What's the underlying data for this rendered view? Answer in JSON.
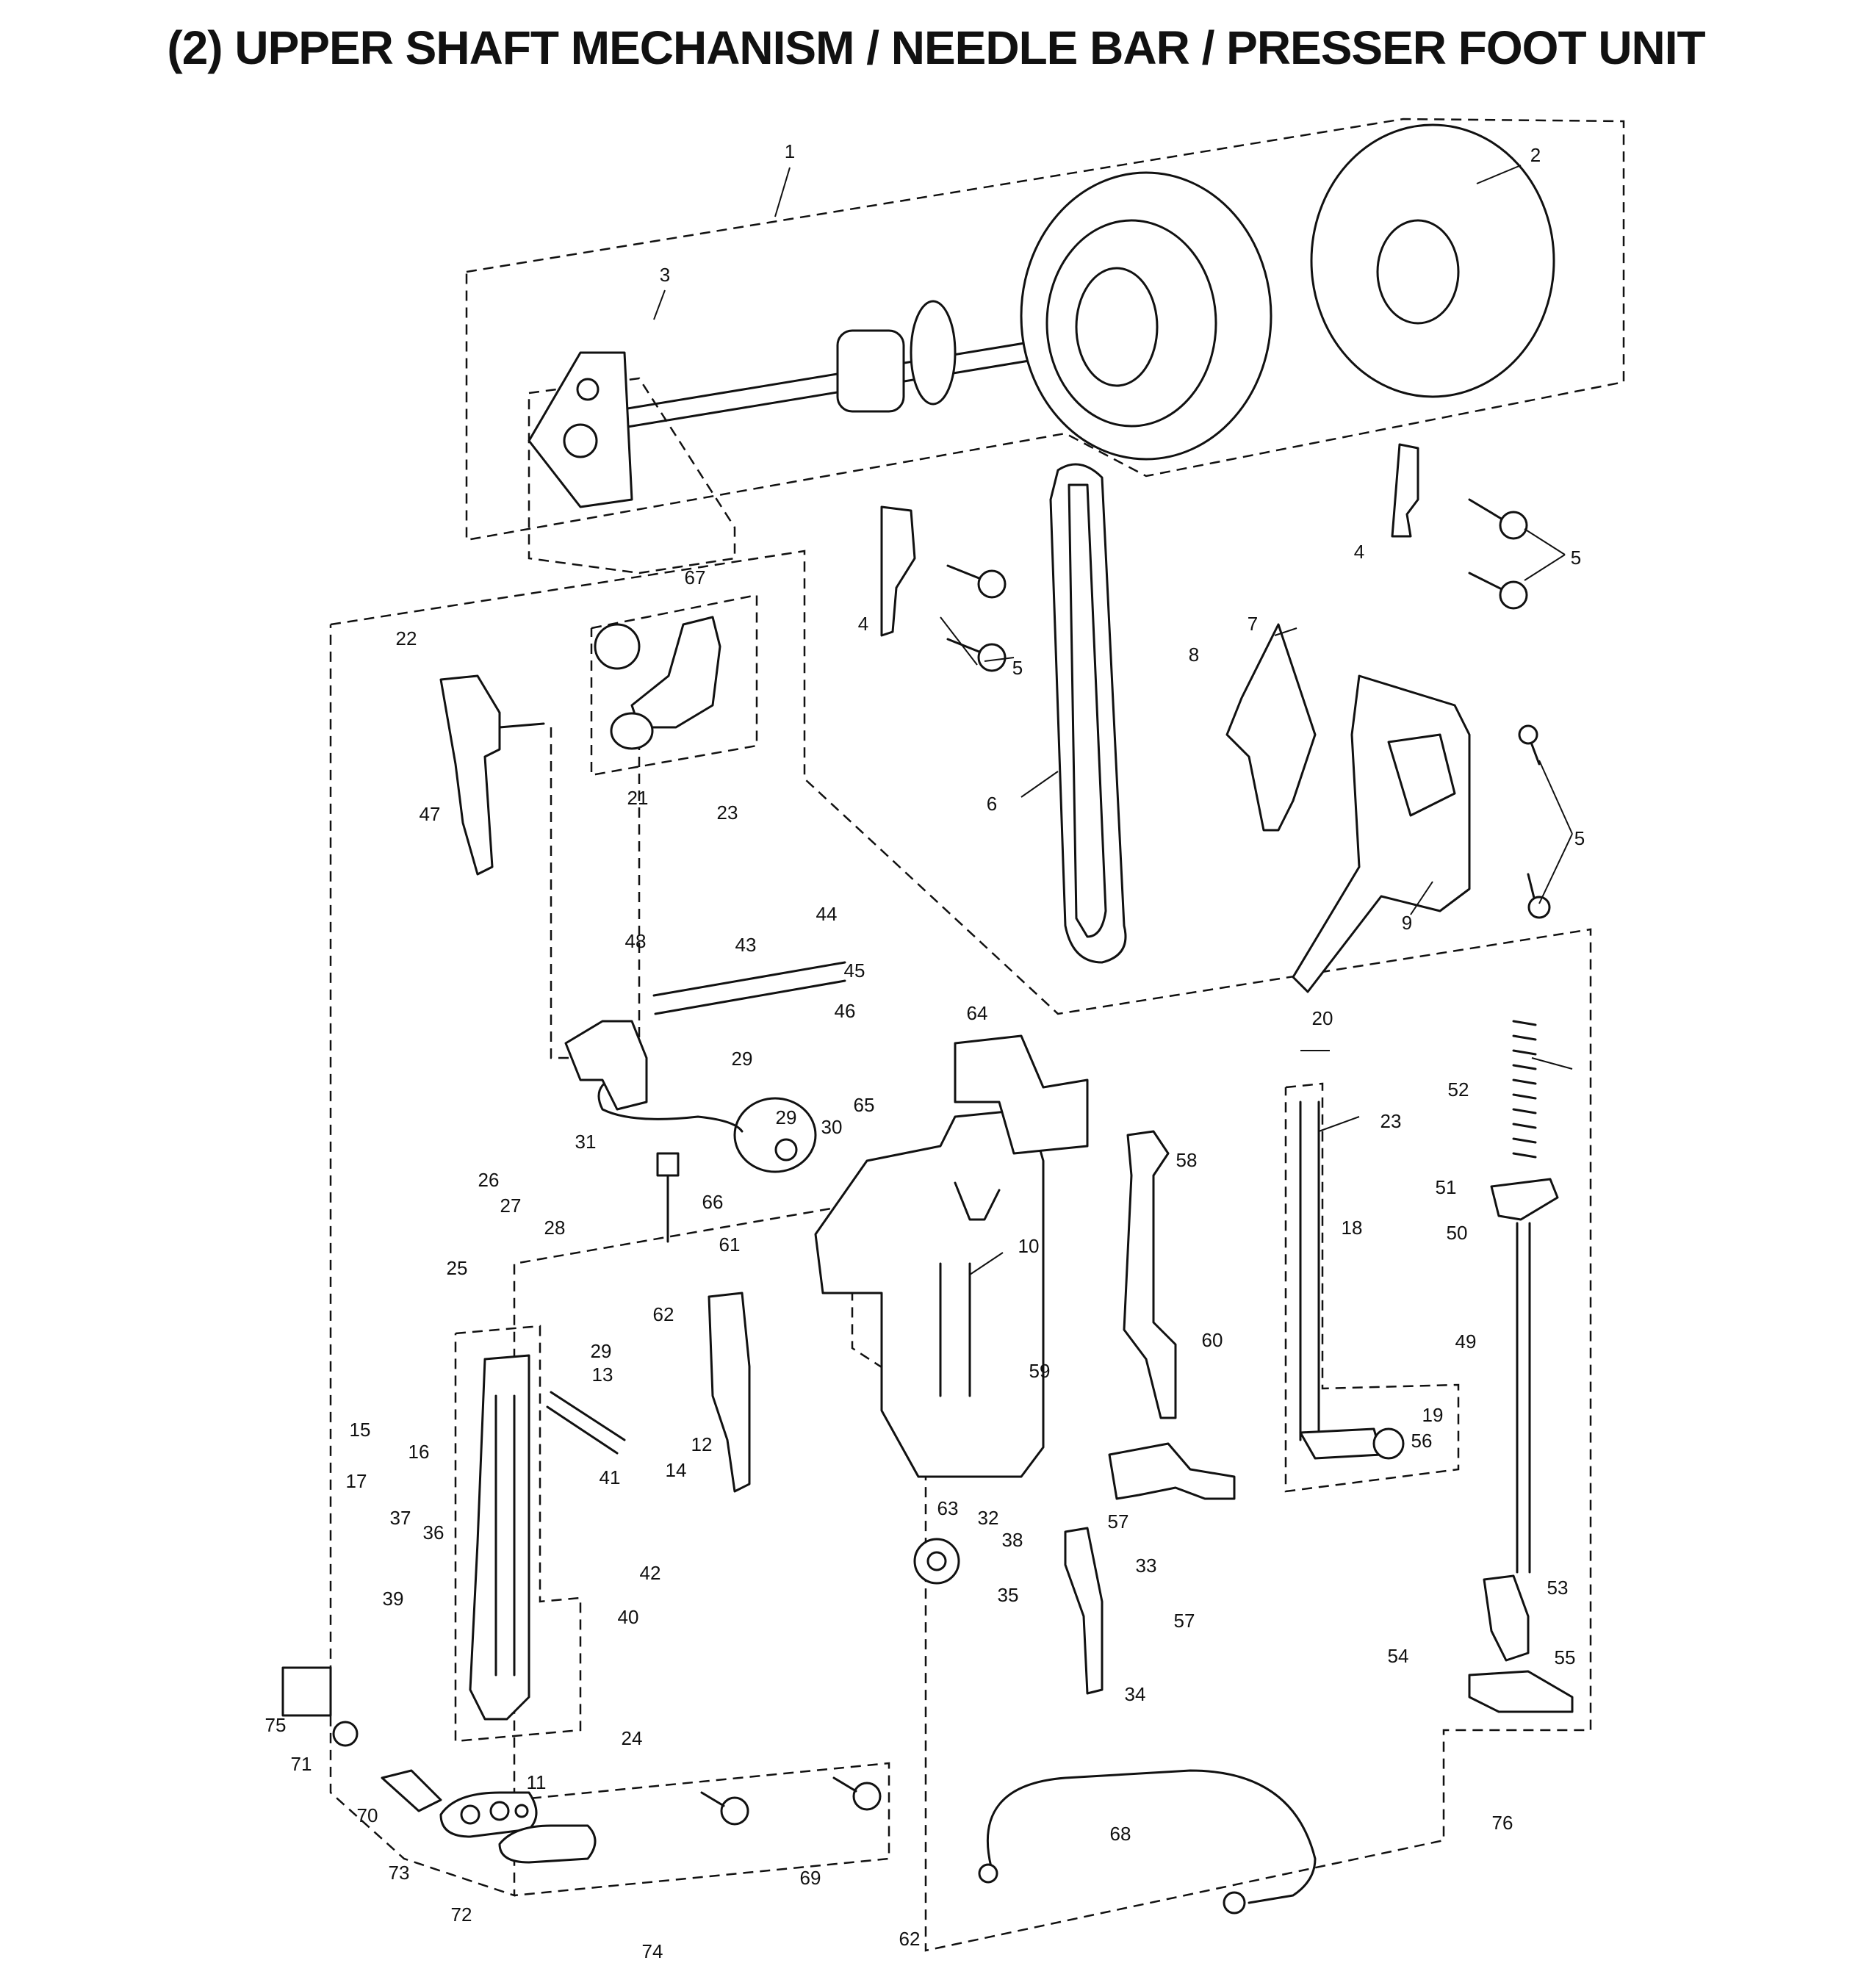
{
  "title": "(2) UPPER SHAFT MECHANISM / NEEDLE BAR / PRESSER FOOT UNIT",
  "callouts": [
    "1",
    "2",
    "3",
    "4",
    "5",
    "4",
    "5",
    "5",
    "6",
    "7",
    "8",
    "9",
    "10",
    "11",
    "12",
    "13",
    "14",
    "15",
    "16",
    "17",
    "18",
    "19",
    "20",
    "21",
    "22",
    "23",
    "23",
    "24",
    "25",
    "26",
    "27",
    "28",
    "29",
    "29",
    "29",
    "30",
    "31",
    "32",
    "33",
    "34",
    "35",
    "36",
    "37",
    "38",
    "39",
    "40",
    "41",
    "42",
    "43",
    "44",
    "45",
    "46",
    "47",
    "48",
    "49",
    "50",
    "51",
    "52",
    "53",
    "54",
    "55",
    "56",
    "57",
    "57",
    "58",
    "59",
    "60",
    "61",
    "62",
    "62",
    "63",
    "64",
    "65",
    "66",
    "67",
    "68",
    "69",
    "70",
    "71",
    "72",
    "73",
    "74",
    "75",
    "76"
  ]
}
